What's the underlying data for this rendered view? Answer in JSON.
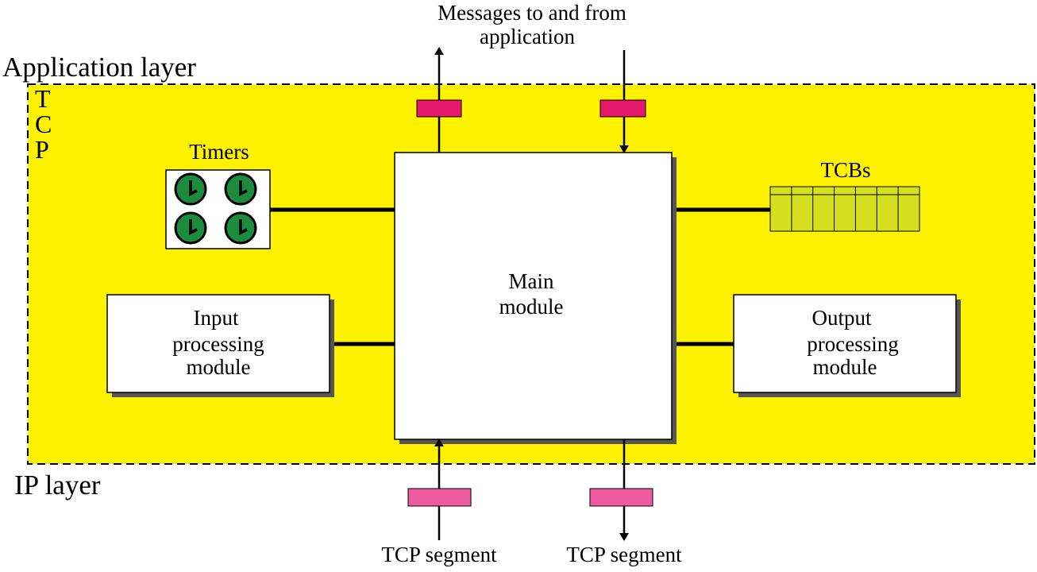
{
  "labels": {
    "messages_line1": "Messages to and from",
    "messages_line2": "application",
    "application_layer": "Application layer",
    "tcp_letters": [
      "T",
      "C",
      "P"
    ],
    "ip_layer": "IP layer",
    "timers": "Timers",
    "tcbs": "TCBs",
    "main_module": [
      "Main",
      "module"
    ],
    "input_module": [
      "Input",
      "processing",
      "module"
    ],
    "output_module": [
      "Output",
      "processing",
      "module"
    ],
    "tcp_segment_in": "TCP segment",
    "tcp_segment_out": "TCP segment"
  },
  "colors": {
    "tcp_region": "#fff200",
    "port_top": "#e5186e",
    "port_bottom": "#ef5ba1",
    "clock": "#1a8c3c",
    "tcb_fill": "#d4e01e",
    "shadow": "#555555"
  },
  "icons": {
    "timer": "clock-icon",
    "tcb": "tcb-table-icon",
    "arrow": "arrow-icon"
  }
}
